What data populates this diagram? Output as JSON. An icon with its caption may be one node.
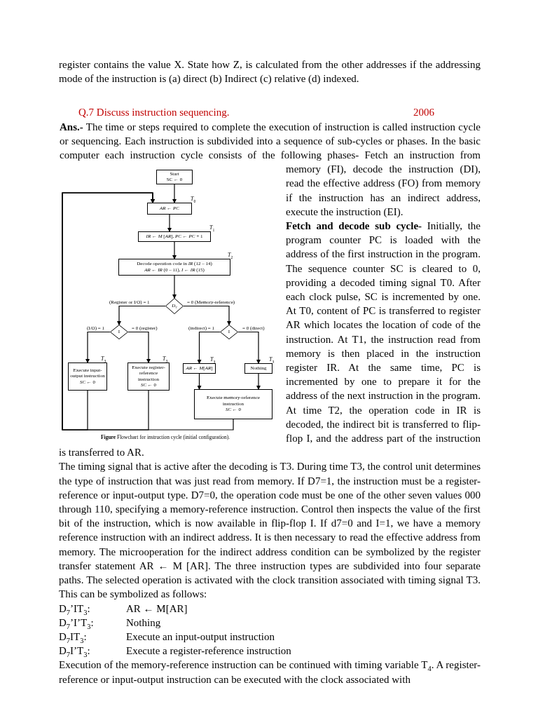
{
  "diagram": {
    "caption": "**Figure** Flowchart for instruction cycle (initial configuration).",
    "nodes": [
      {
        "text": [
          "Start",
          "SC ← 0"
        ]
      },
      {
        "text": [
          "*AR* ← *PC*"
        ],
        "beside": [
          "*T*$_{0}$"
        ]
      },
      {
        "text": [
          "*IR* ← *M* [*AR*], *PC* ← *PC* + 1"
        ],
        "beside": [
          "*T*$_{1}$"
        ]
      },
      {
        "text": [
          "Decode operation code in *IR* (12 – 14)",
          "*AR* ← *IR* (0 – 11), *I* ← *IR* (15)"
        ],
        "beside": [
          "*T*$_{2}$"
        ]
      },
      {
        "text": [
          "*D*$_{7}$"
        ]
      },
      {
        "text": [
          "I"
        ]
      },
      {
        "text": [
          "I"
        ]
      },
      {
        "text": [
          "Execute input-output instruction",
          "*SC* ← 0"
        ],
        "beside": [
          "*T*$_{3}$"
        ]
      },
      {
        "text": [
          "Execute register-reference instruction",
          "*SC* ← 0"
        ],
        "beside": [
          "*T*$_{3}$"
        ]
      },
      {
        "text": [
          "*AR* ← *M*[*AR*]"
        ],
        "beside": [
          "*T*$_{3}$"
        ]
      },
      {
        "text": [
          "Nothing"
        ],
        "beside": [
          "*T*$_{3}$"
        ]
      },
      {
        "text": [
          "Execute memory-reference instruction",
          "*SC* ← 0"
        ]
      }
    ],
    "edges": [
      {
        "from": 0,
        "to": 1,
        "arrow": "to"
      },
      {
        "from": 1,
        "to": 2,
        "arrow": "to"
      },
      {
        "from": 2,
        "to": 3,
        "arrow": "to"
      },
      {
        "from": 3,
        "to": 4,
        "arrow": "to"
      },
      {
        "from": 4,
        "to": 5,
        "arrow": "to",
        "label": "(Register or I/O) = 1"
      },
      {
        "from": 4,
        "to": 6,
        "arrow": "to",
        "label": "= 0 (Memory-reference)"
      },
      {
        "from": 5,
        "to": 7,
        "arrow": "to",
        "label": "(I/O) = 1"
      },
      {
        "from": 5,
        "to": 8,
        "arrow": "to",
        "label": "= 0 (register)"
      },
      {
        "from": 6,
        "to": 9,
        "arrow": "to",
        "label": "(indirect) = 1"
      },
      {
        "from": 6,
        "to": 10,
        "arrow": "to",
        "label": "= 0 (direct)"
      },
      {
        "from": 9,
        "to": 11,
        "arrow": "to"
      },
      {
        "from": 10,
        "to": 11,
        "arrow": "to"
      },
      {
        "from": 7,
        "to": 1,
        "arrow": "to"
      },
      {
        "from": 8,
        "to": 1,
        "arrow": "to"
      },
      {
        "from": 11,
        "to": 1,
        "arrow": "to"
      }
    ],
    "labels": [
      "register contains the value X. State how Z, is calculated from the other addresses if the addressing mode of the instruction is (a) direct (b) Indirect (c) relative (d) indexed.",
      "Q.7 Discuss instruction sequencing.",
      "2006",
      "**Ans.-** The time or steps required to complete the execution of instruction is called instruction cycle or sequencing. Each instruction is subdivided into a sequence of sub-cycles or phases. In the basic computer each instruction cycle consists of the following phases- Fetch an instruction from memory (FI), decode the instruction (DI), read the effective address (FO) from memory if the instruction has an indirect address, execute the instruction (EI).",
      "**Fetch and decode sub cycle-** Initially, the program counter PC is loaded with the address of the first instruction in the program. The sequence counter SC is cleared to 0, providing a decoded timing signal T0. After each clock pulse, SC is incremented by one. At T0, content of PC is transferred to register AR which locates the location of code of the instruction. At T1, the instruction read from memory is then placed in the instruction register IR. At the same time, PC is incremented by one to prepare it for the address of the next instruction in the program. At time T2, the operation code in IR is decoded, the indirect bit is transferred to flip-flop I, and the address part of the instruction is transferred to AR.",
      "The timing signal that is active after the decoding is T3. During time T3, the control unit determines the type of instruction that was just read from memory. If D7=1, the instruction must be a register-reference or input-output type. D7=0, the operation code must be one of the other seven values 000 through 110, specifying a memory-reference instruction. Control then inspects the value of the first bit of the instruction, which is now available in flip-flop I. If d7=0 and I=1, we have a memory reference instruction with an indirect address. It is then necessary to read the effective address from memory. The microoperation for the indirect address condition can be symbolized by the register transfer statement AR ← M [AR]. The three instruction types are subdivided into four separate paths. The selected operation is activated with the clock transition associated with timing signal T3. This can be symbolized as follows:",
      "D$_{7}$’IT$_{3}$:",
      "AR ← M[AR]",
      "D$_{7}$’I’T$_{3}$:",
      "Nothing",
      "D$_{7}$IT$_{3}$:",
      "Execute an input-output instruction",
      "D$_{7}$I’T$_{3}$:",
      "Execute a register-reference instruction",
      "Execution of the memory-reference instruction can be continued with timing variable T$_{4}$. A register-reference or input-output instruction can be executed with the clock associated with"
    ]
  }
}
